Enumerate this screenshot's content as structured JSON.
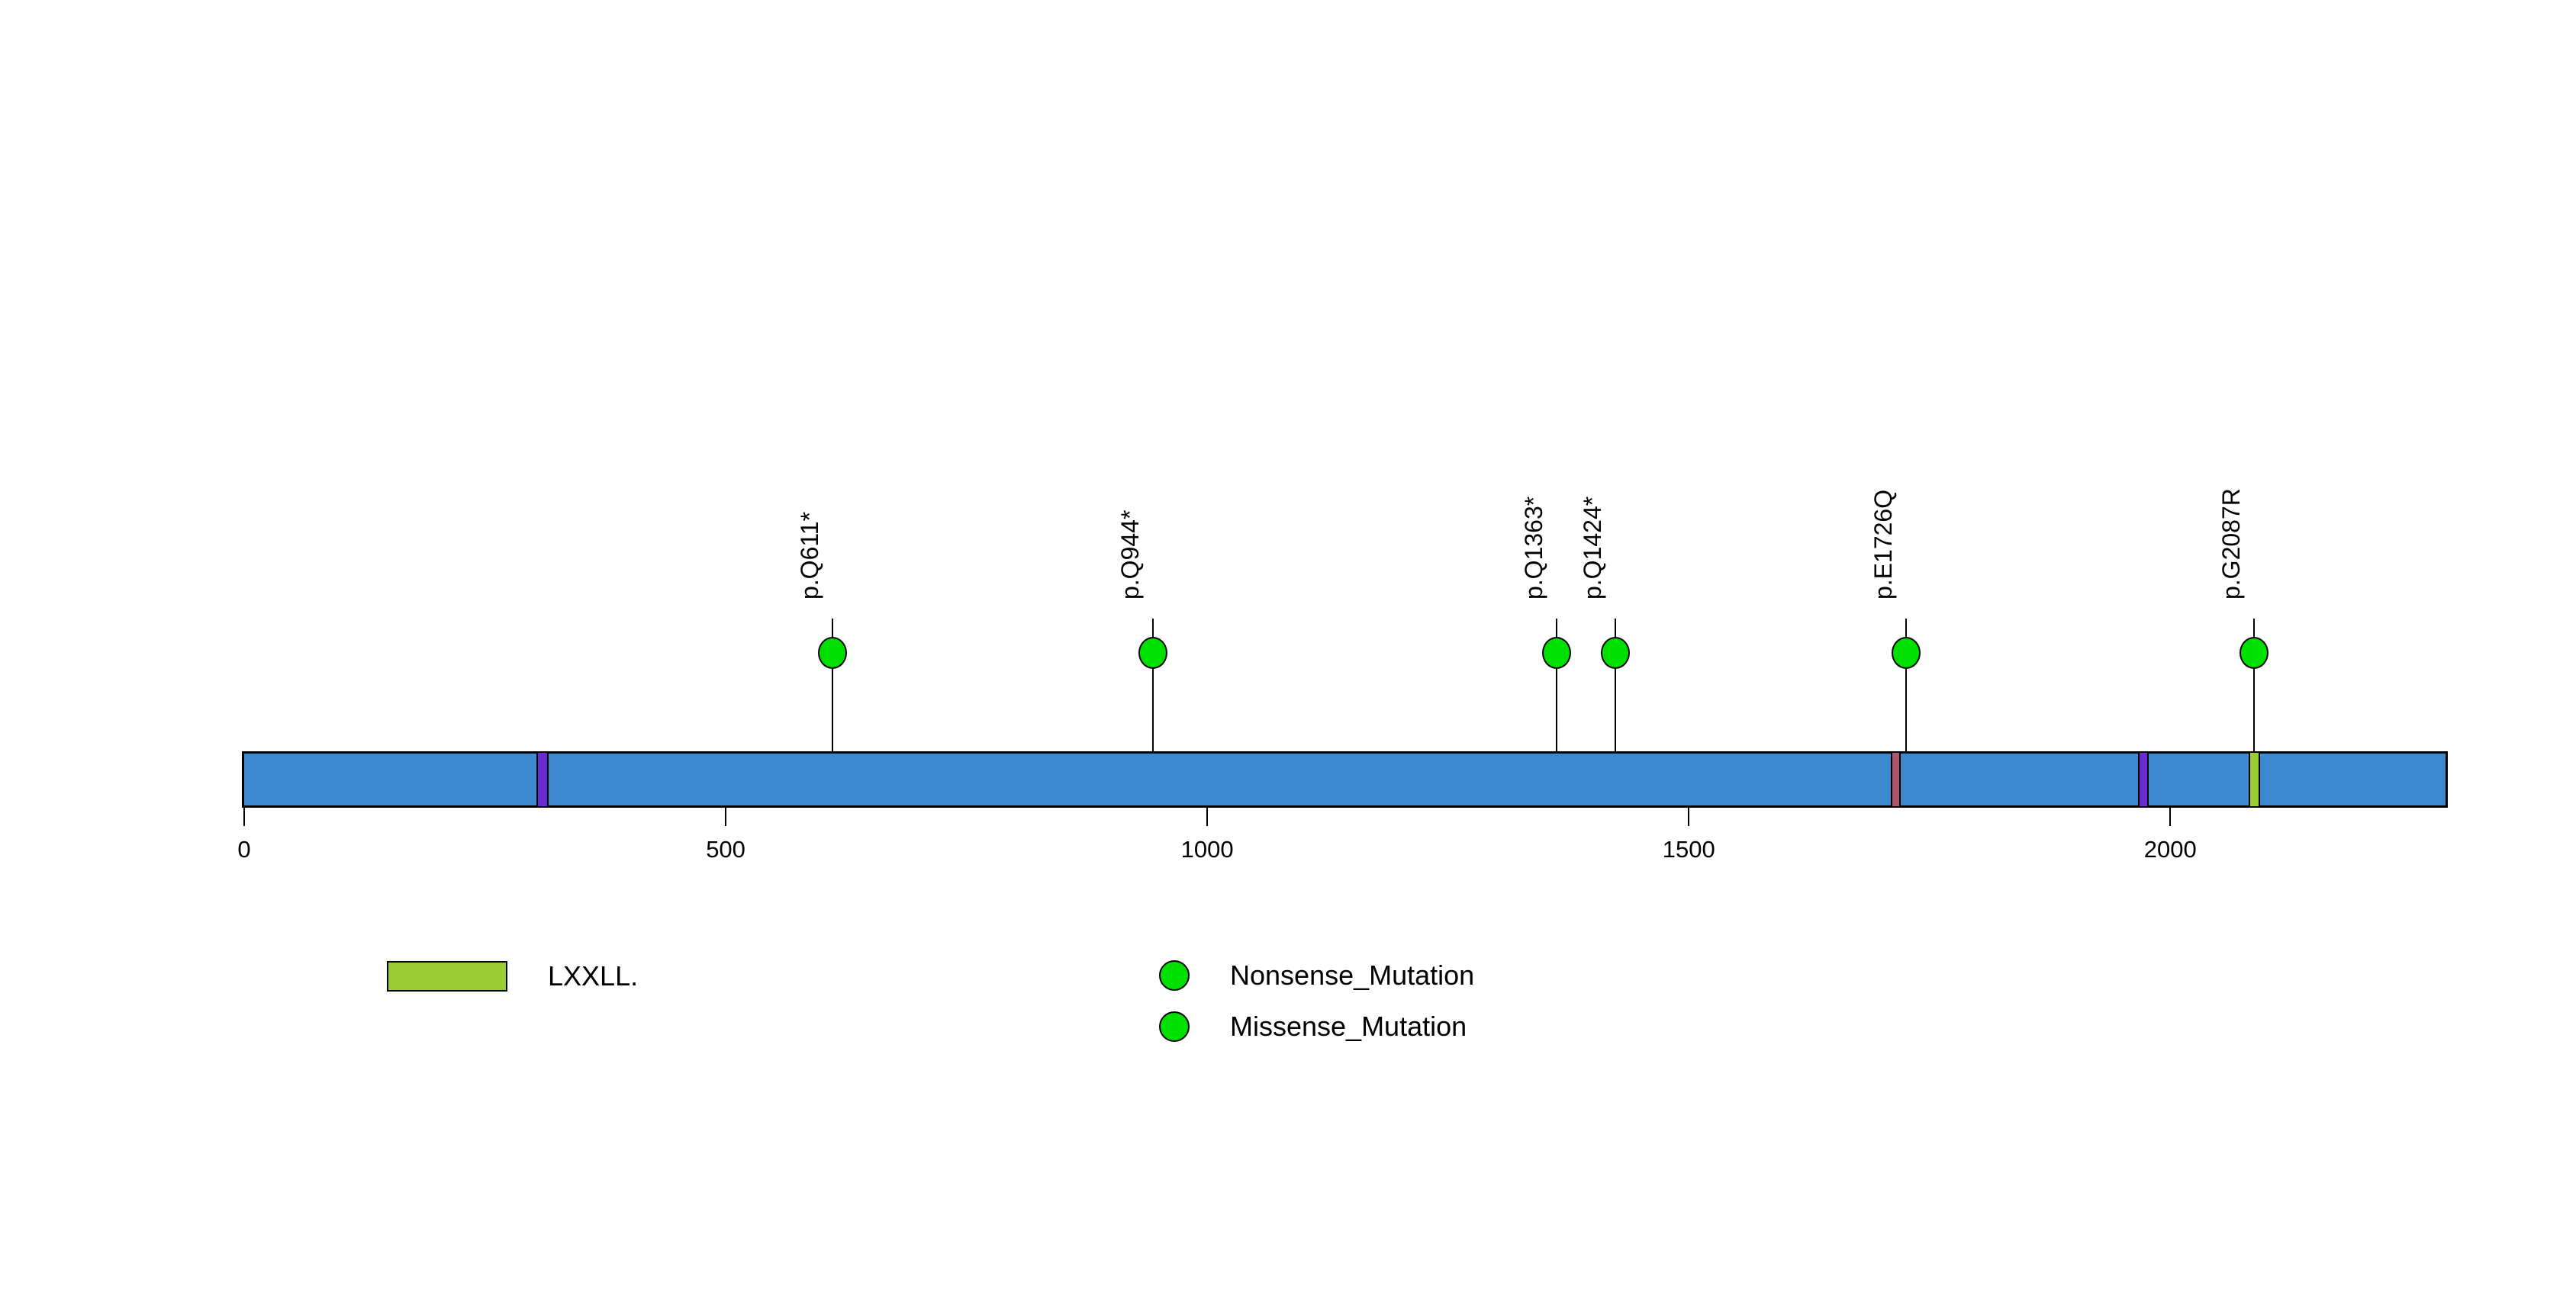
{
  "chart_data": {
    "type": "lollipop",
    "title": "",
    "protein": {
      "axis_min": 0,
      "axis_max": 2285,
      "length_aa": 2285
    },
    "axis_ticks": [
      0,
      500,
      1000,
      1500,
      2000
    ],
    "bar_color": "#3C89CF",
    "lollipop_color": "#00E000",
    "mutations": [
      {
        "label": "p.Q611*",
        "position": 611,
        "type": "Nonsense_Mutation"
      },
      {
        "label": "p.Q944*",
        "position": 944,
        "type": "Nonsense_Mutation"
      },
      {
        "label": "p.Q1363*",
        "position": 1363,
        "type": "Nonsense_Mutation"
      },
      {
        "label": "p.Q1424*",
        "position": 1424,
        "type": "Nonsense_Mutation"
      },
      {
        "label": "p.E1726Q",
        "position": 1726,
        "type": "Missense_Mutation"
      },
      {
        "label": "p.G2087R",
        "position": 2087,
        "type": "Missense_Mutation"
      }
    ],
    "domains": [
      {
        "name": "",
        "start": 306,
        "end": 314,
        "color": "#6A2BCF"
      },
      {
        "name": "",
        "start": 1712,
        "end": 1718,
        "color": "#A9566E"
      },
      {
        "name": "",
        "start": 1969,
        "end": 1975,
        "color": "#6A2BCF"
      },
      {
        "name": "LXXLL",
        "start": 2084,
        "end": 2091,
        "color": "#9ACD32"
      }
    ],
    "legend": {
      "domain_label": "LXXLL.",
      "domain_swatch_color": "#9ACD32",
      "mutation_types": [
        {
          "label": "Nonsense_Mutation",
          "color": "#00E000"
        },
        {
          "label": "Missense_Mutation",
          "color": "#00E000"
        }
      ]
    }
  }
}
